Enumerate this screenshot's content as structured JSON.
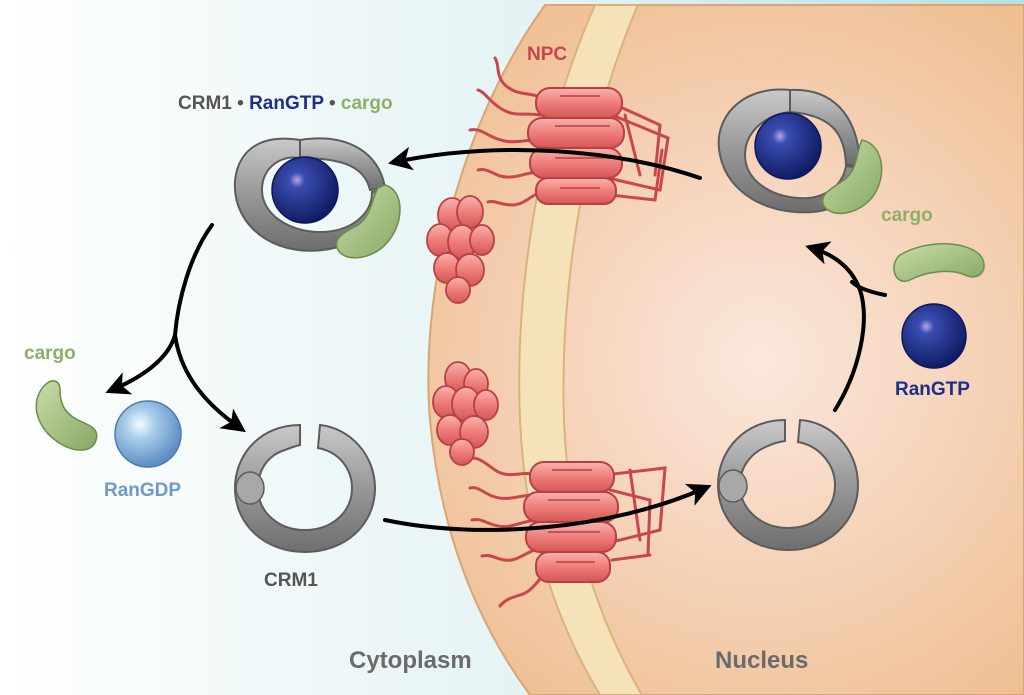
{
  "labels": {
    "npc": "NPC",
    "complex": {
      "crm1": "CRM1",
      "dot1": "•",
      "rangtp": "RanGTP",
      "dot2": "•",
      "cargo": "cargo"
    },
    "cargo_left": "cargo",
    "rangdp": "RanGDP",
    "crm1_free": "CRM1",
    "cargo_right": "cargo",
    "rangtp_right": "RanGTP",
    "cytoplasm": "Cytoplasm",
    "nucleus": "Nucleus"
  },
  "colors": {
    "crm1_gray": "#8e8e8e",
    "crm1_label": "#555555",
    "rangtp_blue": "#1c2f8a",
    "rangdp_blue": "#6f99c8",
    "cargo_green": "#8fae6a",
    "npc_red": "#e36a6a",
    "npc_label": "#c8474d",
    "nucleus_fill": "#f2c9a3",
    "envelope": "#f3ddb0",
    "cytoplasm_blue": "#cfe8ec"
  },
  "icons": [
    "crm1-ring-icon",
    "rangtp-sphere-icon",
    "rangdp-sphere-icon",
    "cargo-shape-icon",
    "npc-pore-icon",
    "flow-arrow-icon"
  ]
}
